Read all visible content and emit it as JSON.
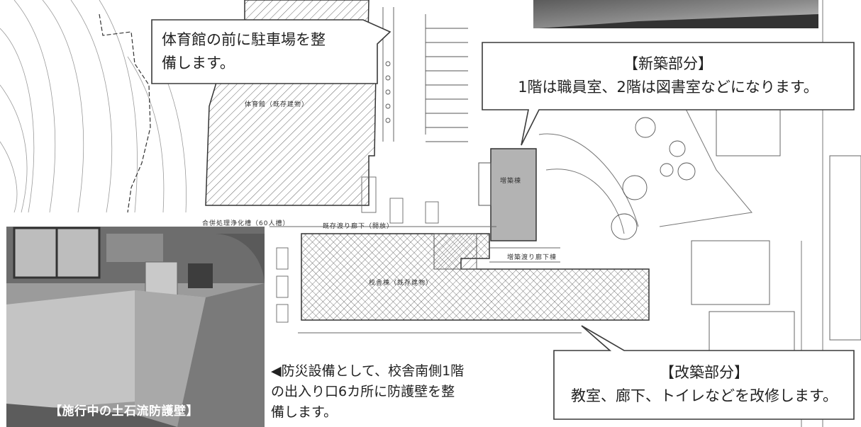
{
  "callouts": {
    "parking": {
      "line1": "体育館の前に駐車場を整",
      "line2": "備します。"
    },
    "new_building": {
      "title": "【新築部分】",
      "body": "1階は職員室、2階は図書室などになります。"
    },
    "renovation": {
      "title": "【改築部分】",
      "body": "教室、廊下、トイレなどを改修します。"
    }
  },
  "note": {
    "line1": "◀防災設備として、校舎南側1階",
    "line2": "の出入り口6カ所に防護壁を整",
    "line3": "備します。"
  },
  "photo_caption": "【施行中の土石流防護壁】",
  "plan_labels": {
    "gym": "体育館（既存建物）",
    "annex": "増築棟",
    "school": "校舎棟（既存建物）",
    "septic": "合併処理浄化槽（60人槽）",
    "corridor_existing": "既存渡り廊下（開放）",
    "corridor_new": "増築渡り廊下棟"
  },
  "colors": {
    "ink": "#333333",
    "bubble_border": "#3a3a3a",
    "photo_dark": "#4a4a4a"
  }
}
